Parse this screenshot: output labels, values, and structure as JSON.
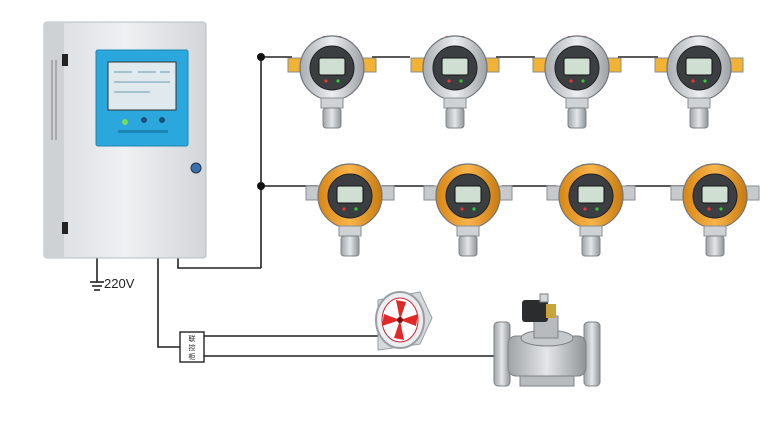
{
  "power_label": "220V",
  "relay_box": {
    "chars": [
      "联",
      "控",
      "柜"
    ]
  },
  "controller": {
    "screen_color": "#2aa7dd",
    "body_color": "#e6e8ea"
  },
  "detector_rows": [
    {
      "name": "silver",
      "count": 4,
      "color": "#c7cacc",
      "accent": "#f2b233"
    },
    {
      "name": "orange",
      "count": 4,
      "color": "#f0a21e",
      "accent": "#c7cacc"
    }
  ],
  "devices": {
    "fan": "exhaust-fan-icon",
    "valve": "solenoid-valve-icon"
  }
}
